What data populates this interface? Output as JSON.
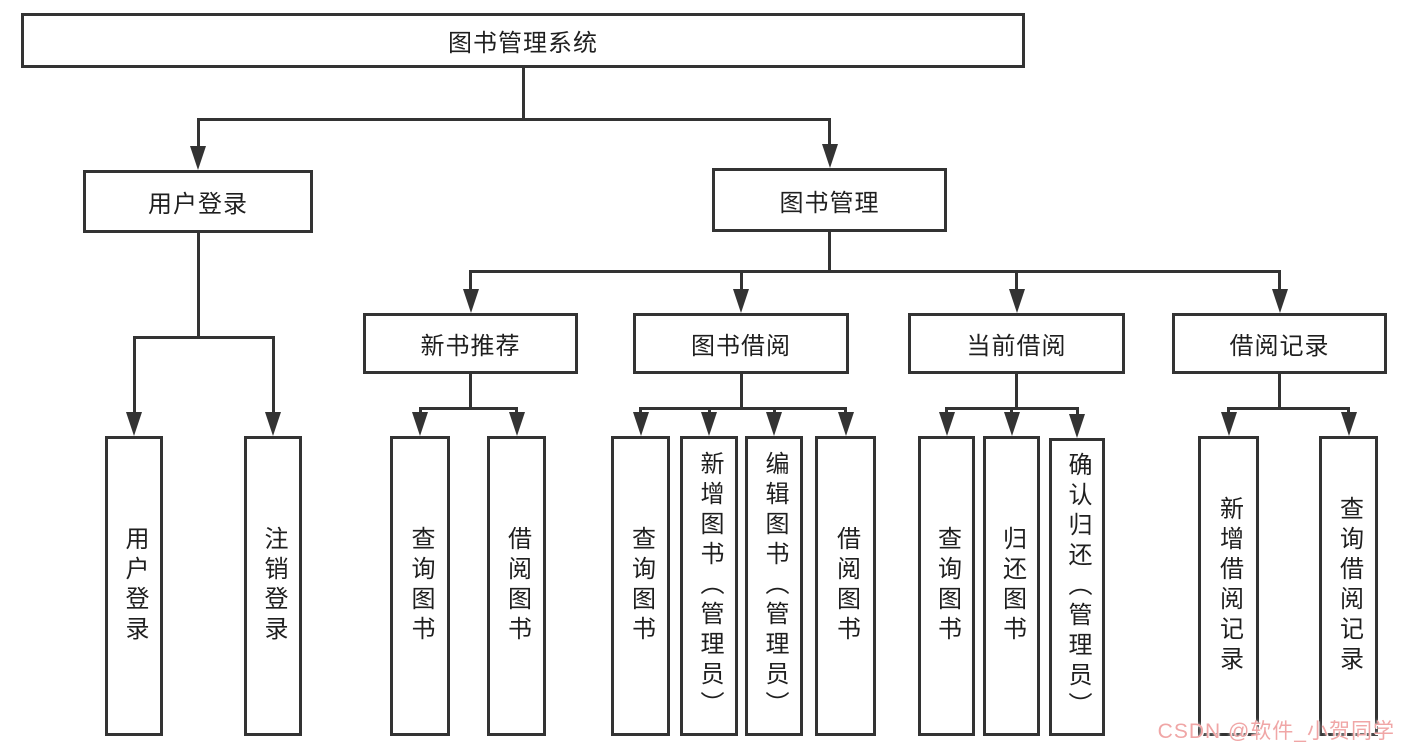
{
  "diagram": {
    "type": "hierarchy-tree",
    "root_id": "root"
  },
  "nodes": {
    "root": {
      "label": "图书管理系统",
      "children": [
        "user-login",
        "book-mgmt"
      ]
    },
    "user-login": {
      "label": "用户登录",
      "children": [
        "user-login-leaf",
        "logout"
      ]
    },
    "book-mgmt": {
      "label": "图书管理",
      "children": [
        "new-book-rec",
        "book-borrow",
        "current-borrow",
        "borrow-records"
      ]
    },
    "new-book-rec": {
      "label": "新书推荐",
      "children": [
        "query-book-1",
        "borrow-book-1"
      ]
    },
    "book-borrow": {
      "label": "图书借阅",
      "children": [
        "query-book-2",
        "add-book",
        "edit-book",
        "borrow-book-2"
      ]
    },
    "current-borrow": {
      "label": "当前借阅",
      "children": [
        "query-book-3",
        "return-book",
        "confirm-return"
      ]
    },
    "borrow-records": {
      "label": "借阅记录",
      "children": [
        "add-borrow-record",
        "query-borrow-record"
      ]
    },
    "user-login-leaf": {
      "label": "用户登录",
      "children": []
    },
    "logout": {
      "label": "注销登录",
      "children": []
    },
    "query-book-1": {
      "label": "查询图书",
      "children": []
    },
    "borrow-book-1": {
      "label": "借阅图书",
      "children": []
    },
    "query-book-2": {
      "label": "查询图书",
      "children": []
    },
    "add-book": {
      "label": "新增图书（管理员）",
      "children": []
    },
    "edit-book": {
      "label": "编辑图书（管理员）",
      "children": []
    },
    "borrow-book-2": {
      "label": "借阅图书",
      "children": []
    },
    "query-book-3": {
      "label": "查询图书",
      "children": []
    },
    "return-book": {
      "label": "归还图书",
      "children": []
    },
    "confirm-return": {
      "label": "确认归还（管理员）",
      "children": []
    },
    "add-borrow-record": {
      "label": "新增借阅记录",
      "children": []
    },
    "query-borrow-record": {
      "label": "查询借阅记录",
      "children": []
    }
  },
  "watermark": {
    "text": "CSDN @软件_小贺同学",
    "color": "#F0A6A6"
  },
  "colors": {
    "line": "#333333",
    "box_border": "#333333",
    "box_fill": "#ffffff",
    "text": "#1f1f1f",
    "background": "#ffffff"
  }
}
